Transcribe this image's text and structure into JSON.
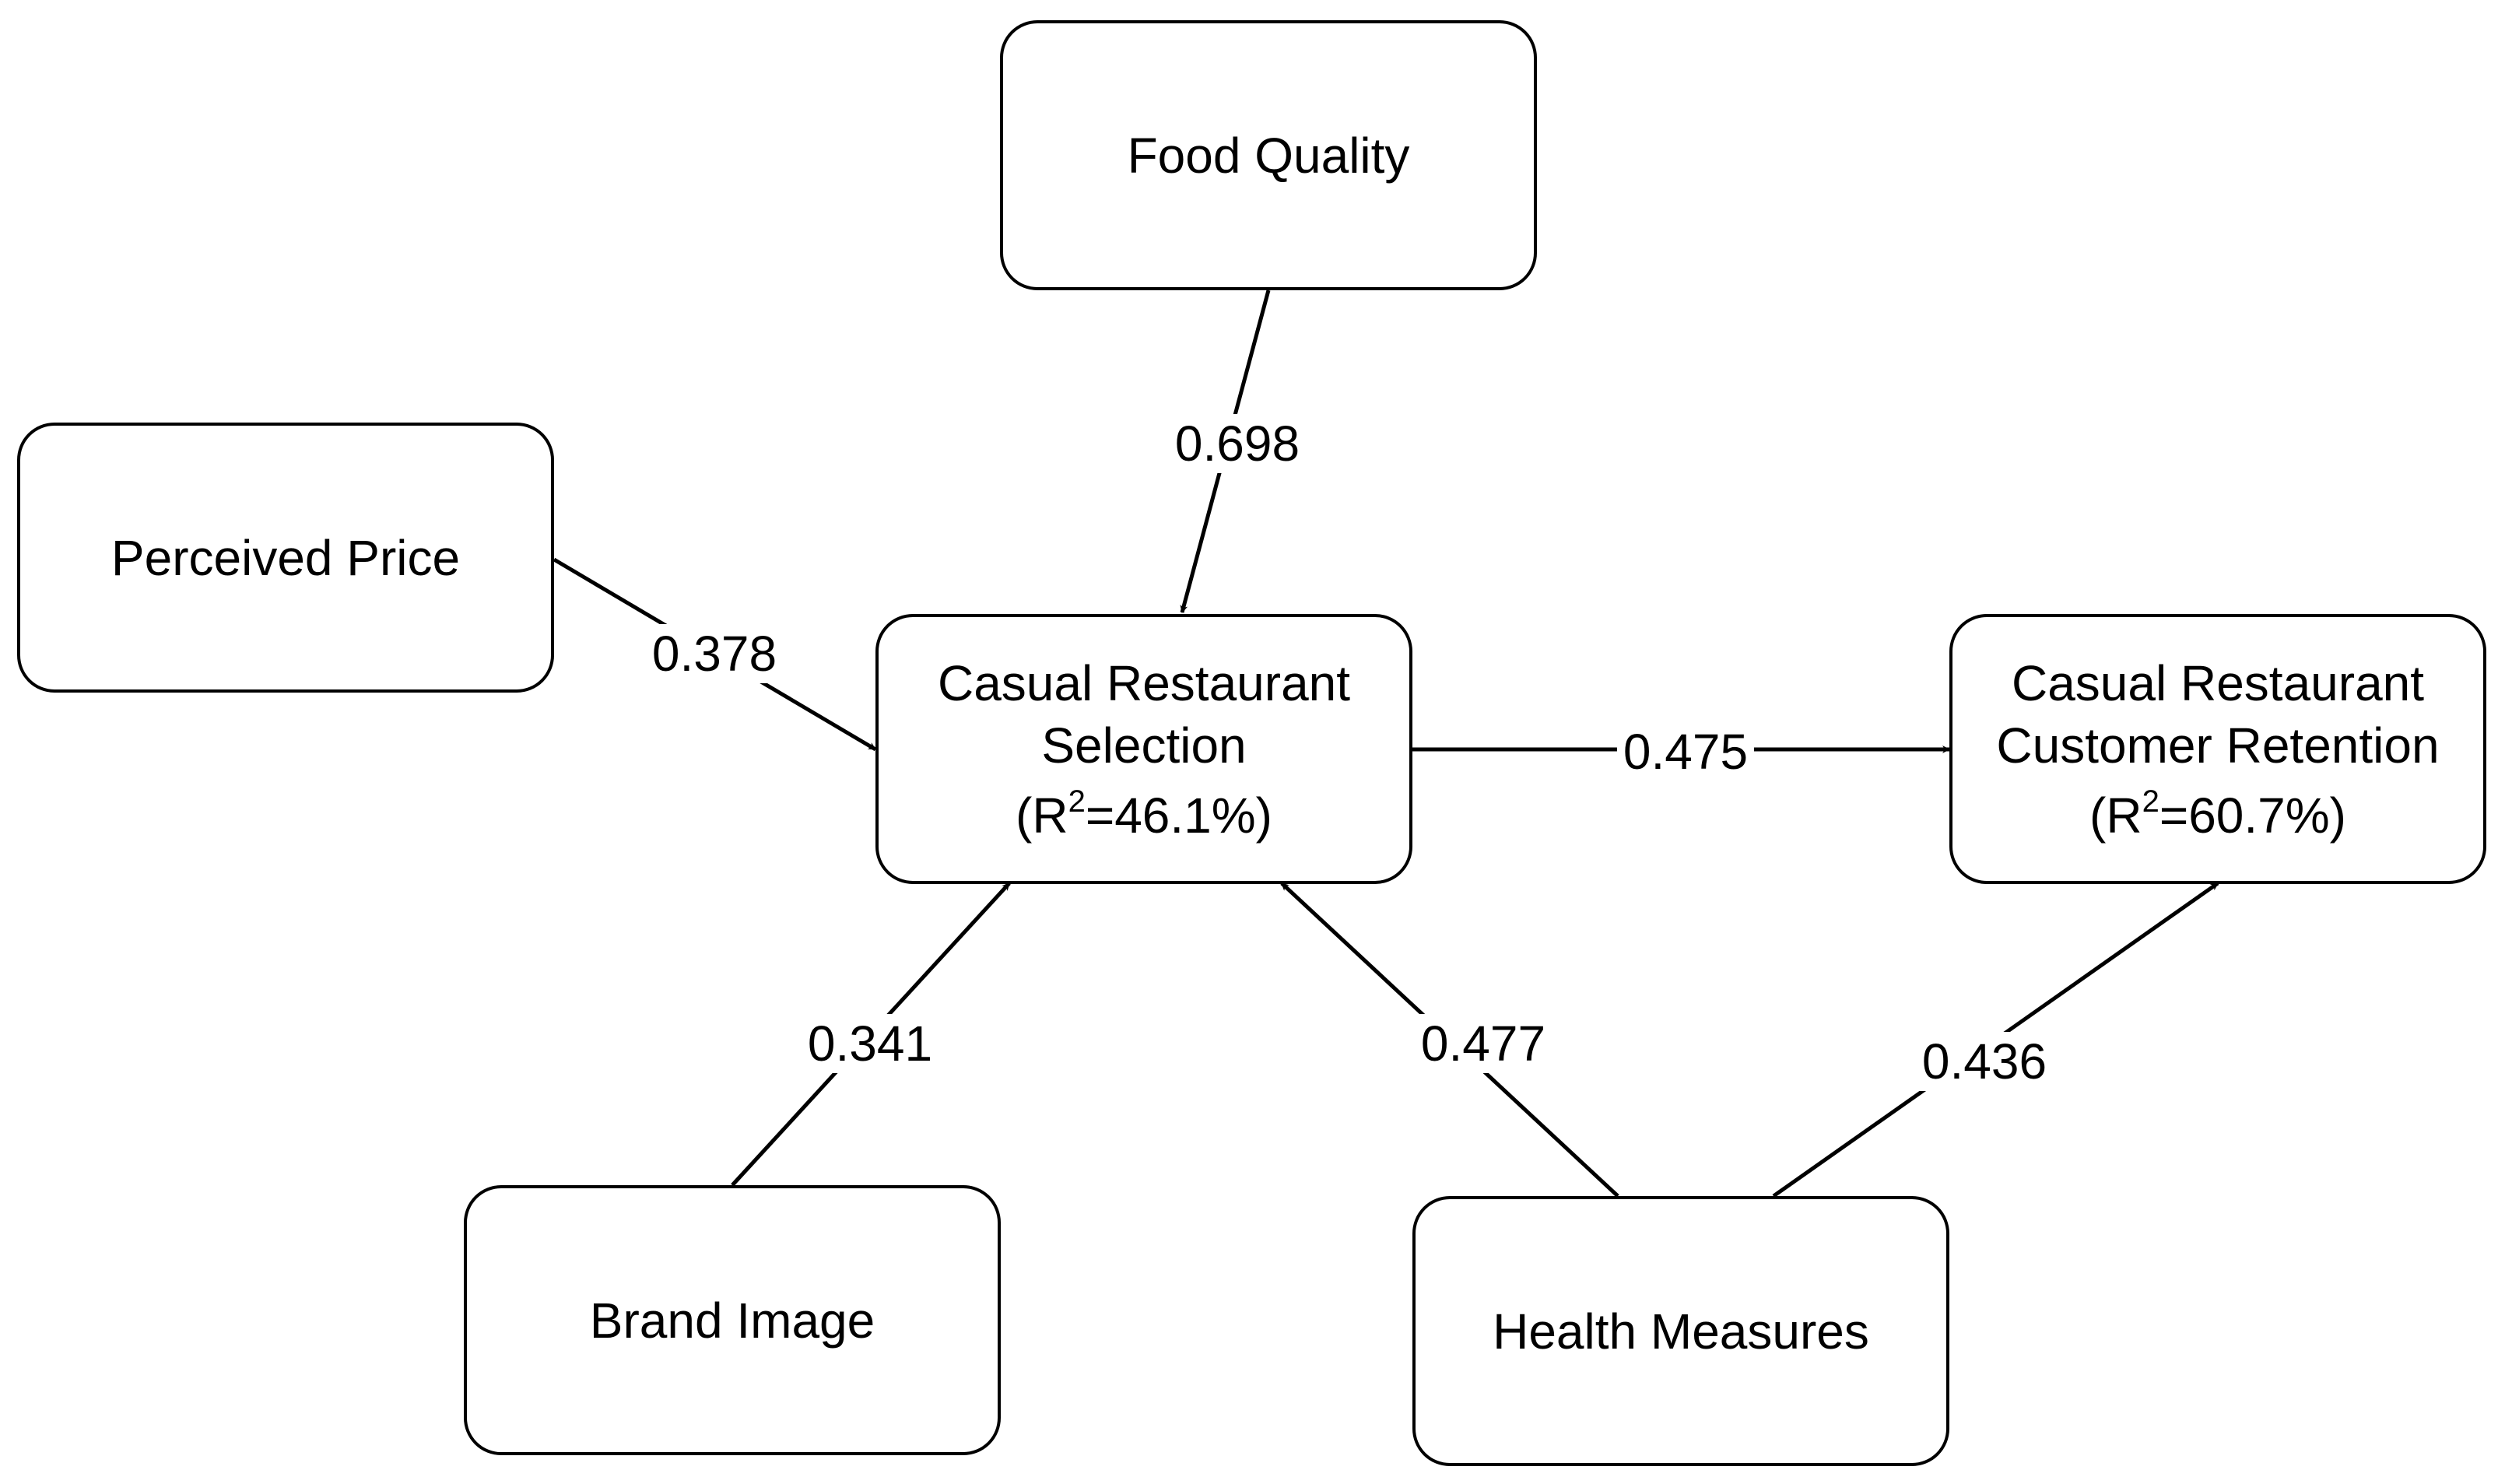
{
  "nodes": {
    "food_quality": {
      "label": "Food Quality"
    },
    "perceived_price": {
      "label": "Perceived Price"
    },
    "brand_image": {
      "label": "Brand Image"
    },
    "health_measures": {
      "label": "Health Measures"
    },
    "selection": {
      "line1": "Casual Restaurant",
      "line2": "Selection",
      "r2_prefix": "(R",
      "r2_sup": "2",
      "r2_value": "=46.1%)"
    },
    "retention": {
      "line1": "Casual Restaurant",
      "line2": "Customer Retention",
      "r2_prefix": "(R",
      "r2_sup": "2",
      "r2_value": "=60.7%)"
    }
  },
  "edges": {
    "food_to_selection": "0.698",
    "price_to_selection": "0.378",
    "brand_to_selection": "0.341",
    "health_to_selection": "0.477",
    "selection_to_retention": "0.475",
    "health_to_retention": "0.436"
  },
  "colors": {
    "stroke": "#000000",
    "background": "#ffffff"
  }
}
